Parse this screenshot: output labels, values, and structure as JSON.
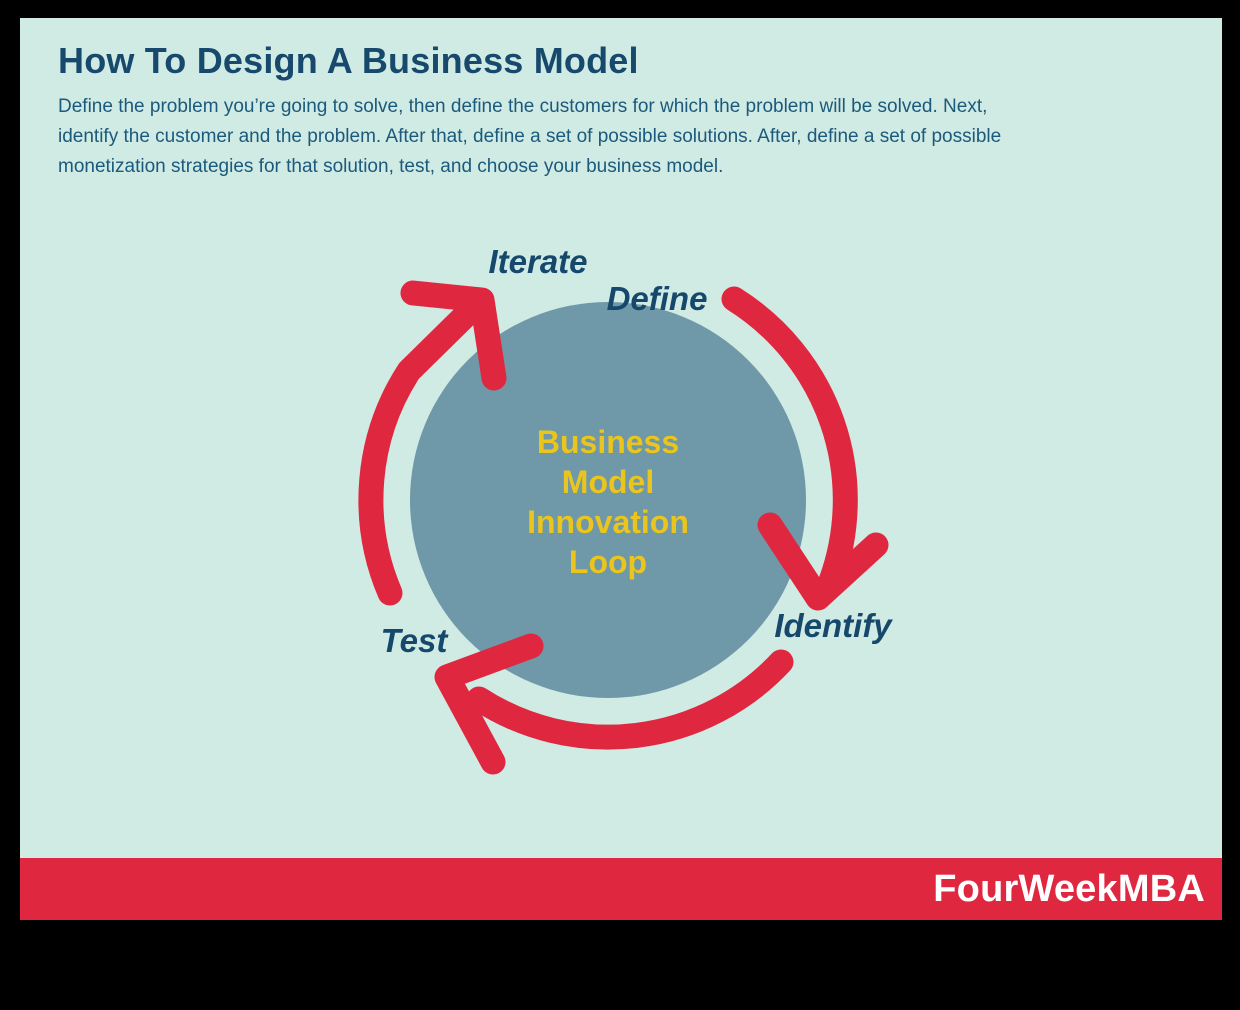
{
  "header": {
    "title": "How To Design A Business Model",
    "intro_lines": [
      "Define the problem you’re going to solve, then define the customers for which the problem will be solved. Next,",
      "identify the customer and the problem. After that, define a set of possible solutions. After, define a set of possible",
      "monetization strategies for that solution, test, and choose your business model."
    ]
  },
  "diagram": {
    "center_label_lines": [
      "Business",
      "Model",
      "Innovation",
      "Loop"
    ],
    "steps": [
      {
        "label": "Iterate"
      },
      {
        "label": "Define"
      },
      {
        "label": "Identify"
      },
      {
        "label": "Test"
      }
    ],
    "arrow_icons": [
      "loop-arrow-define-to-identify",
      "loop-arrow-identify-to-test",
      "loop-arrow-test-to-iterate"
    ]
  },
  "footer": {
    "brand": "FourWeekMBA"
  },
  "colors": {
    "page_border": "#000000",
    "background_mint": "#d0eae4",
    "circle_slate": "#6f98a8",
    "arrow_red": "#e02740",
    "footer_red": "#e02740",
    "heading_navy": "#17496d",
    "body_teal": "#1b5a7c",
    "label_navy": "#16486c",
    "center_text_yellow": "#e9c51e",
    "footer_text_white": "#ffffff"
  }
}
